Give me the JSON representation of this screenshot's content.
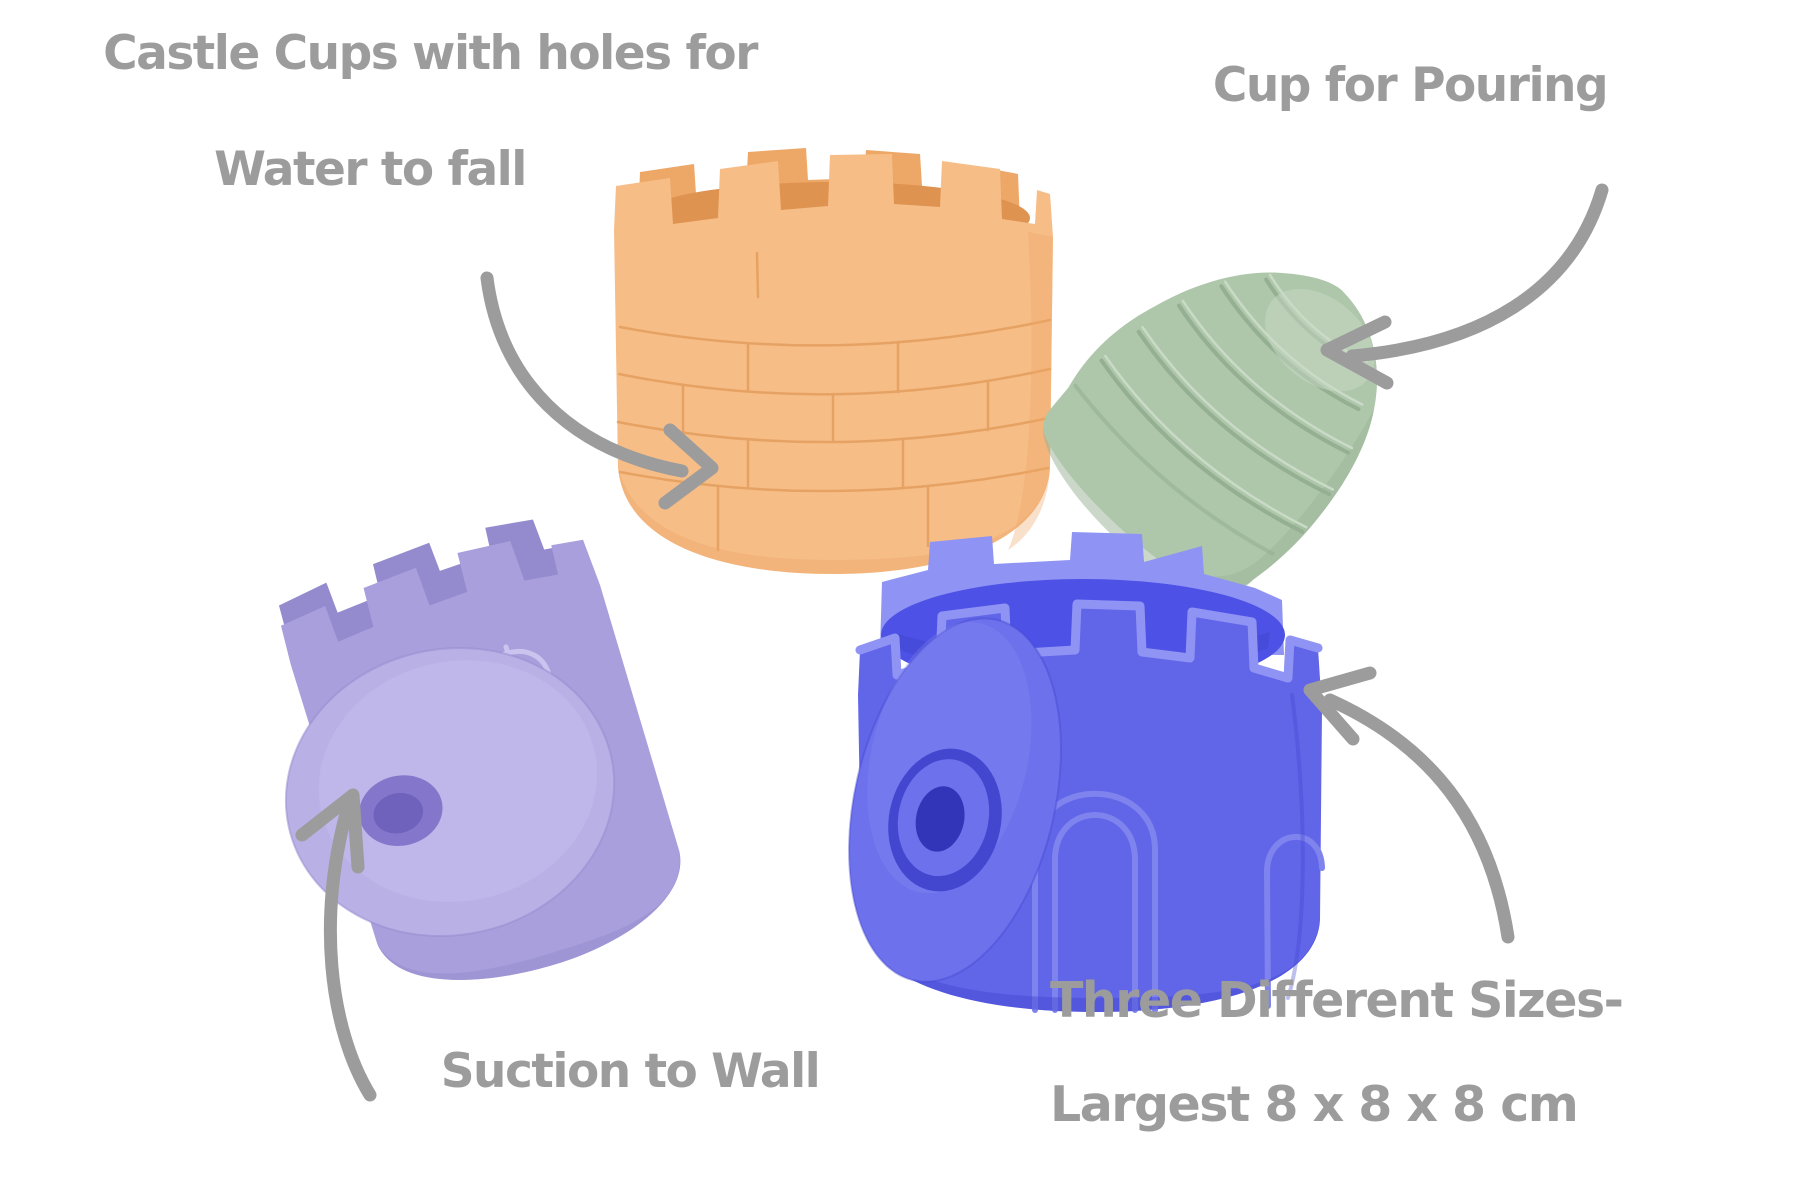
{
  "annotations": {
    "castle_cups": {
      "line1": "Castle Cups with holes for",
      "line2": "Water to fall"
    },
    "pouring": {
      "label": "Cup for Pouring"
    },
    "suction": {
      "label": "Suction to Wall"
    },
    "sizes": {
      "line1": "Three Different Sizes-",
      "line2": "Largest 8 x 8 x 8 cm"
    }
  },
  "products": [
    {
      "name": "orange-castle-cup",
      "description": "orange castle tower cup with brick pattern and crenellated rim",
      "color": "#f6bd87"
    },
    {
      "name": "green-pouring-cup",
      "description": "sage green ridged beehive cup for pouring",
      "color": "#aec7ab"
    },
    {
      "name": "purple-castle-cup",
      "description": "lavender castle tower cup with window and suction disc",
      "color": "#a99fdc"
    },
    {
      "name": "blue-castle-cup",
      "description": "blue castle tower cup with arched door and suction disc",
      "color": "#6165e8"
    }
  ],
  "colors": {
    "background": "#ffffff",
    "text_gray": "#9c9c9c",
    "arrow_gray": "#9c9c9c",
    "orange_main": "#f6bd87",
    "orange_dark": "#eda766",
    "orange_deep": "#df9350",
    "orange_line": "#e6a262",
    "green_main": "#aec7ab",
    "green_dark": "#95af93",
    "green_deep": "#7f997e",
    "green_light": "#c9dac6",
    "purple_main": "#a99fdc",
    "purple_back": "#948bce",
    "purple_light": "#cac4ef",
    "purple_disc": "#b9b0e6",
    "purple_hole": "#8477cb",
    "purple_deep": "#6f62bd",
    "blue_main": "#6165e8",
    "blue_light": "#8f93f3",
    "blue_inner": "#4d51e6",
    "blue_dark": "#4347d0",
    "blue_disc": "#6d71ec",
    "blue_hole": "#3335b8",
    "blue_relief": "#7f83ee"
  }
}
